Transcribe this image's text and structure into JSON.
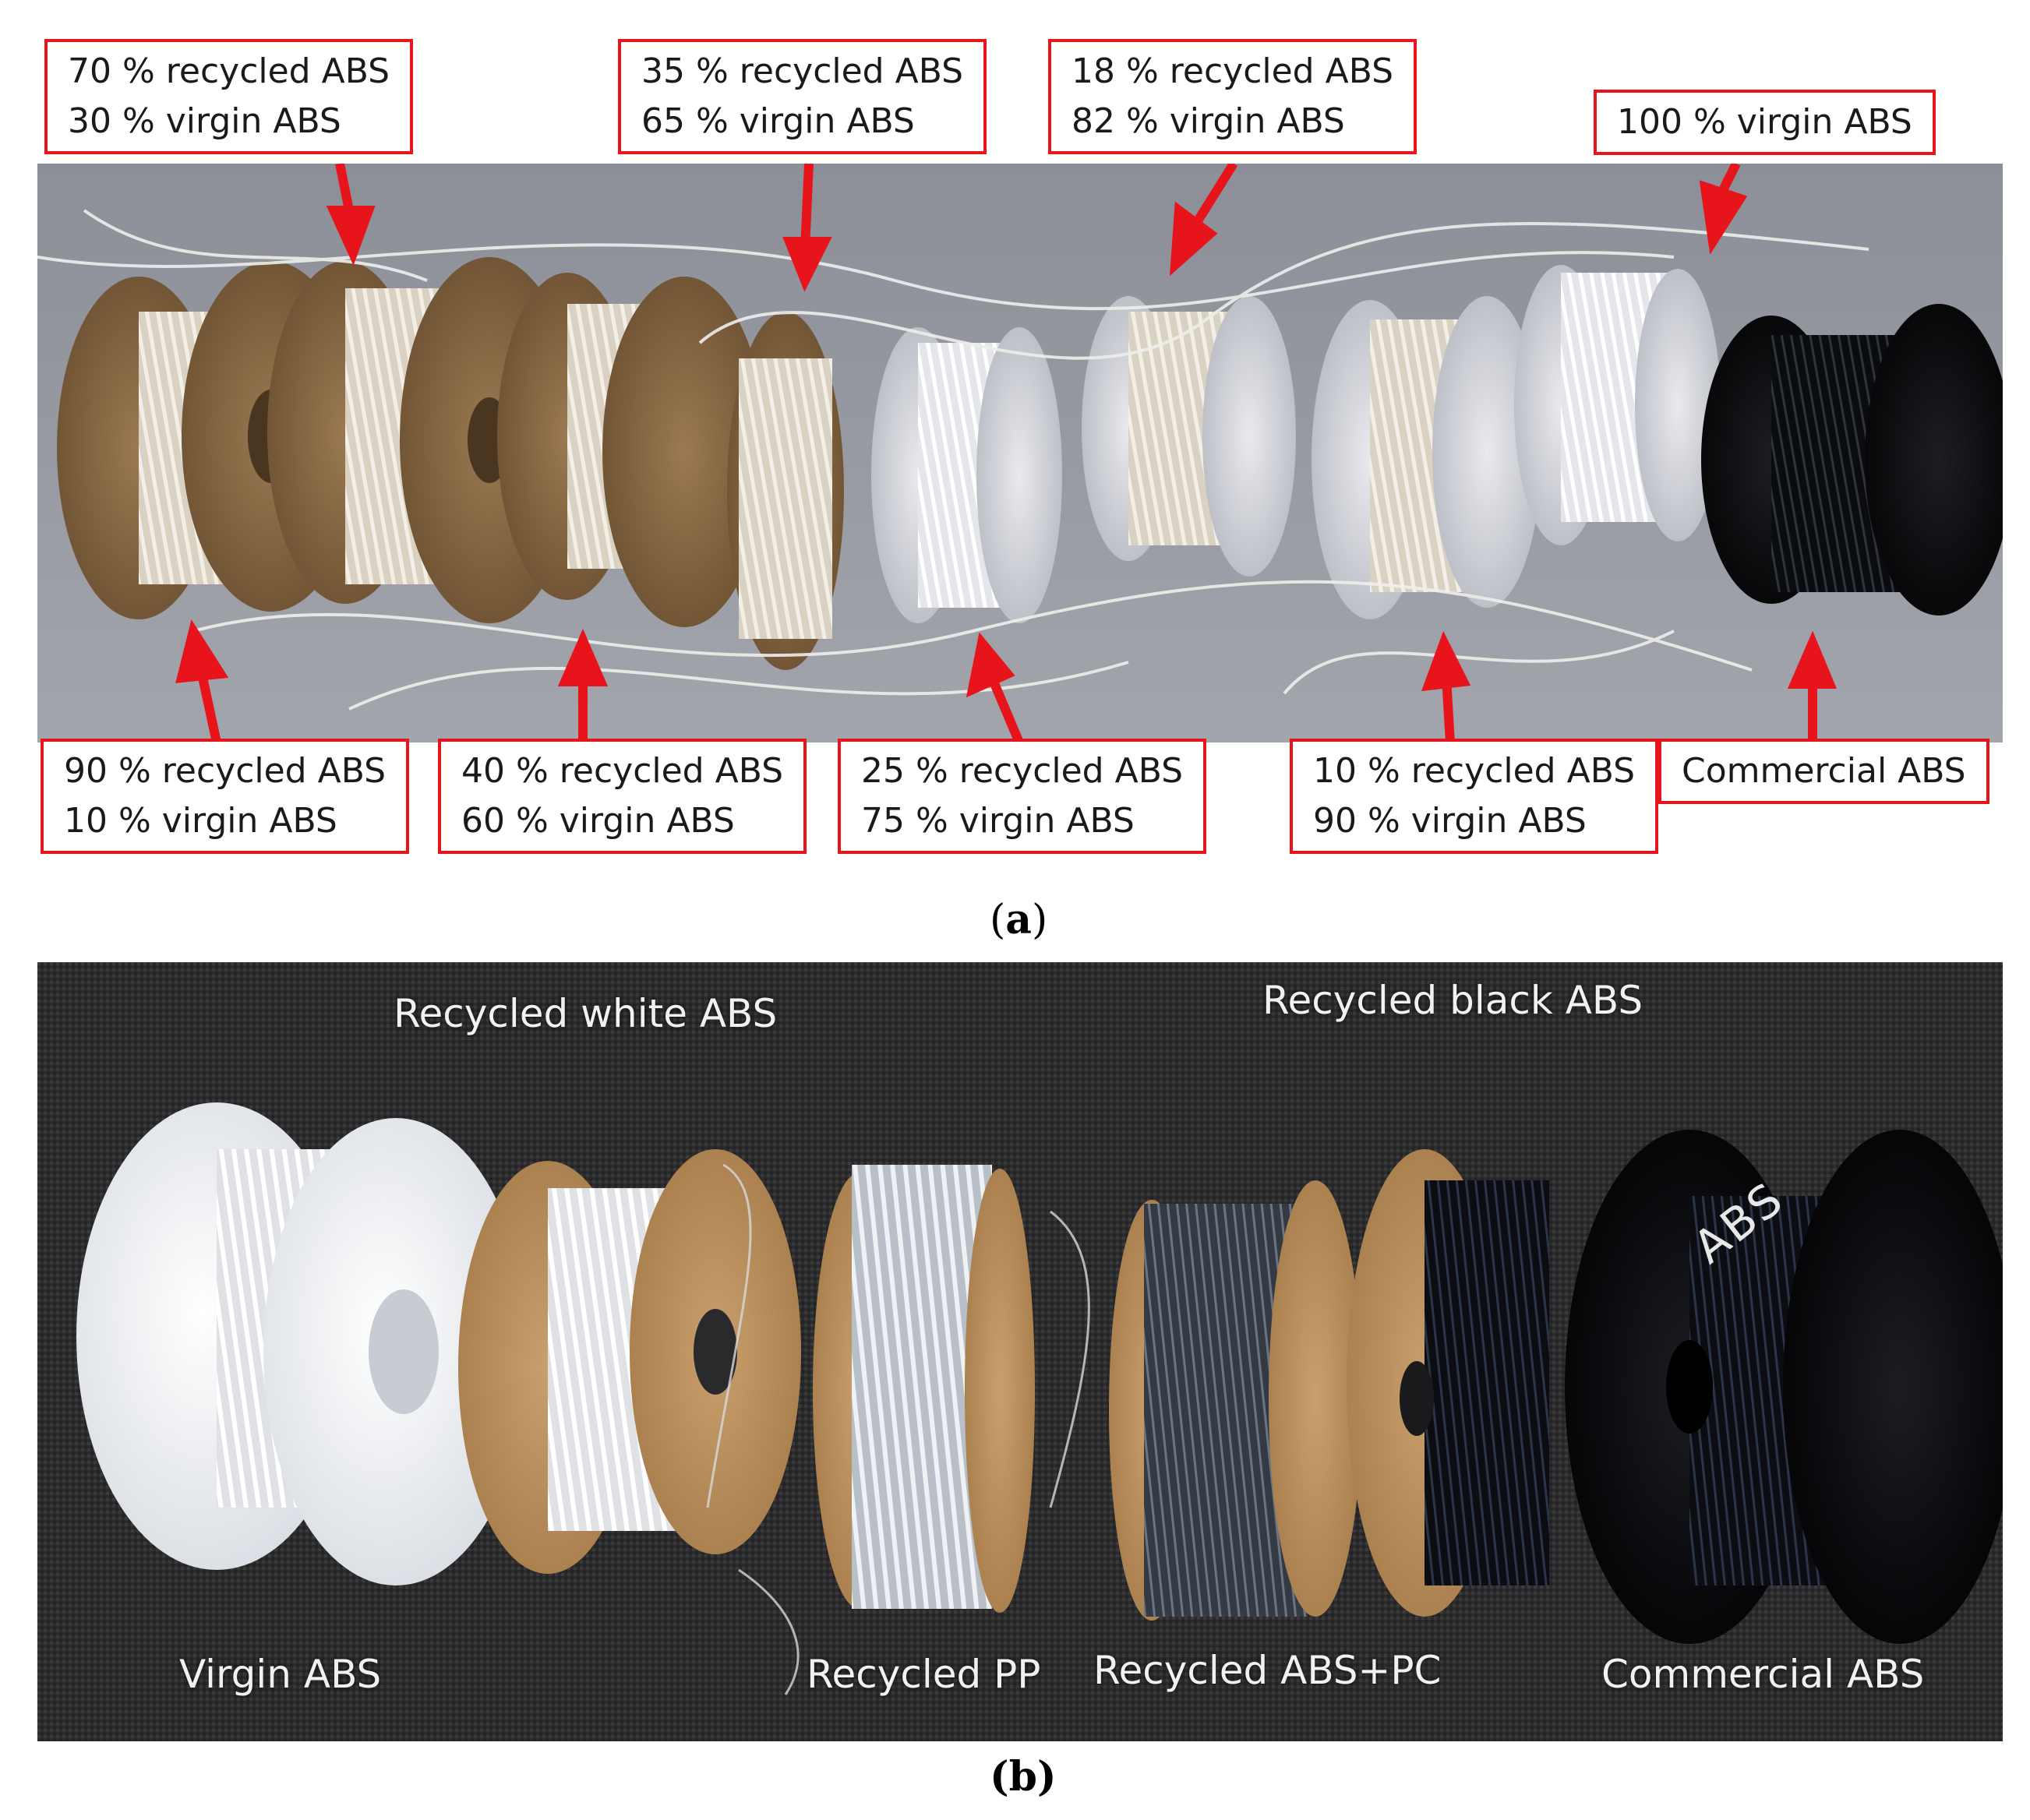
{
  "panel_a": {
    "top_labels": [
      {
        "line1": "70 % recycled ABS",
        "line2": "30 % virgin ABS"
      },
      {
        "line1": "35 % recycled ABS",
        "line2": "65 % virgin ABS"
      },
      {
        "line1": "18 % recycled ABS",
        "line2": "82 % virgin ABS"
      },
      {
        "line1": "100 % virgin ABS"
      }
    ],
    "bottom_labels": [
      {
        "line1": "90 % recycled ABS",
        "line2": "10 % virgin ABS"
      },
      {
        "line1": "40 % recycled ABS",
        "line2": "60 % virgin ABS"
      },
      {
        "line1": "25 % recycled ABS",
        "line2": "75 % virgin ABS"
      },
      {
        "line1": "10 % recycled ABS",
        "line2": "90 % virgin ABS"
      },
      {
        "line1": "Commercial ABS"
      }
    ],
    "caption": "a"
  },
  "panel_b": {
    "labels": {
      "recycled_white": "Recycled white ABS",
      "recycled_black": "Recycled black ABS",
      "virgin": "Virgin ABS",
      "recycled_pp": "Recycled PP",
      "recycled_abs_pc": "Recycled ABS+PC",
      "commercial": "Commercial ABS"
    },
    "spool_marking": "ABS",
    "caption": "(b)"
  },
  "colors": {
    "label_border": "#e8141b",
    "arrow": "#e8141b"
  }
}
